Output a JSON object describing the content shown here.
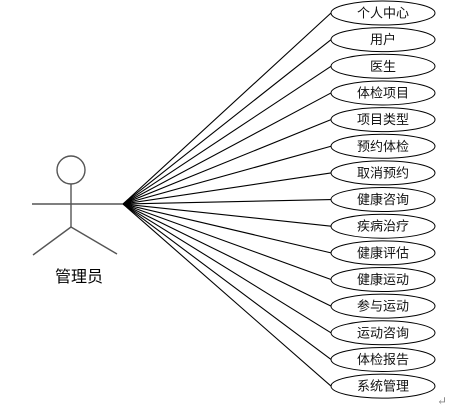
{
  "actor": {
    "name": "管理员"
  },
  "use_cases": [
    {
      "label": "个人中心"
    },
    {
      "label": "用户"
    },
    {
      "label": "医生"
    },
    {
      "label": "体检项目"
    },
    {
      "label": "项目类型"
    },
    {
      "label": "预约体检"
    },
    {
      "label": "取消预约"
    },
    {
      "label": "健康咨询"
    },
    {
      "label": "疾病治疗"
    },
    {
      "label": "健康评估"
    },
    {
      "label": "健康运动"
    },
    {
      "label": "参与运动"
    },
    {
      "label": "运动咨询"
    },
    {
      "label": "体检报告"
    },
    {
      "label": "系统管理"
    }
  ],
  "paragraph_mark": "↵"
}
